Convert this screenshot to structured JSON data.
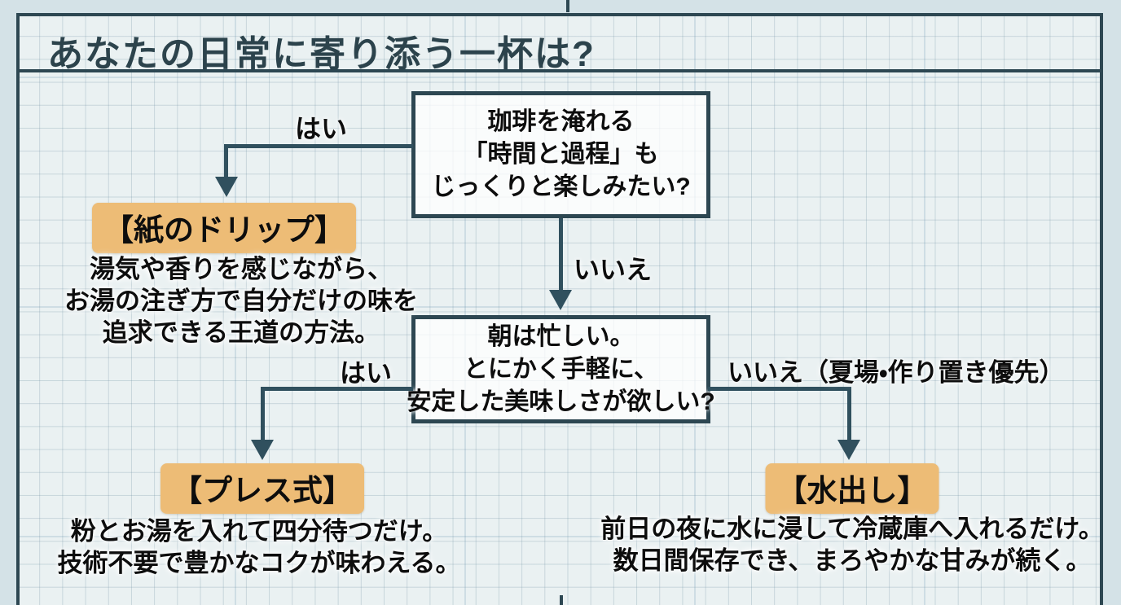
{
  "title": "あなたの日常に寄り添う一杯は?",
  "decisions": {
    "d1": {
      "lines": [
        "珈琲を淹れる",
        "「時間と過程」も",
        "じっくりと楽しみたい?"
      ]
    },
    "d2": {
      "lines": [
        "朝は忙しい。",
        "とにかく手軽に、",
        "安定した美味しさが欲しい?"
      ]
    }
  },
  "branch_labels": {
    "d1_yes": "はい",
    "d1_no": "いいえ",
    "d2_yes": "はい",
    "d2_no": "いいえ（夏場・作り置き優先）"
  },
  "outcomes": {
    "paper_drip": {
      "label": "【紙のドリップ】",
      "desc": [
        "湯気や香りを感じながら、",
        "お湯の注ぎ方で自分だけの味を",
        "追求できる王道の方法。"
      ]
    },
    "press": {
      "label": "【プレス式】",
      "desc": [
        "粉とお湯を入れて四分待つだけ。",
        "技術不要で豊かなコクが味わえる。"
      ]
    },
    "cold_brew": {
      "label": "【水出し】",
      "desc": [
        "前日の夜に水に浸して冷蔵庫へ入れるだけ。",
        "数日間保存でき、まろやかな甘みが続く。"
      ]
    }
  },
  "colors": {
    "frame_and_lines": "#2d4752",
    "title_text": "#2c434c",
    "body_text": "#0d0d0d",
    "highlight_orange": "#edbc76",
    "paper_background": "#eaf1f2",
    "margin_background": "#d4e2e7"
  }
}
